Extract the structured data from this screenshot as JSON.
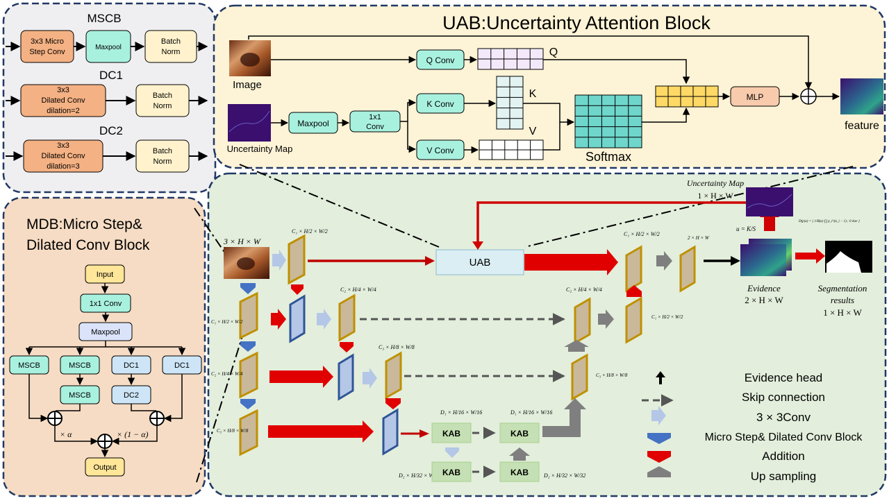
{
  "panels": {
    "mscb_panel": {
      "mscb_title": "MSCB",
      "mscb_conv": [
        "3x3 Micro",
        "Step Conv"
      ],
      "mscb_pool": "Maxpool",
      "mscb_bn": [
        "Batch",
        "Norm"
      ],
      "dc1_title": "DC1",
      "dc1_conv": [
        "3x3",
        "Dilated Conv",
        "dilation=2"
      ],
      "dc1_bn": [
        "Batch",
        "Norm"
      ],
      "dc2_title": "DC2",
      "dc2_conv": [
        "3x3",
        "Dilated Conv",
        "dilation=3"
      ],
      "dc2_bn": [
        "Batch",
        "Norm"
      ]
    },
    "uab": {
      "title": "UAB:Uncertainty Attention Block",
      "image_label": "Image",
      "uncertainty_label": "Uncertainty Map",
      "q_conv": "Q Conv",
      "k_conv": "K Conv",
      "v_conv": "V Conv",
      "maxpool": "Maxpool",
      "conv1x1": [
        "1x1",
        "Conv"
      ],
      "q": "Q",
      "k": "K",
      "v": "V",
      "softmax": "Softmax",
      "mlp": "MLP",
      "feature": "feature"
    },
    "mdb": {
      "title": [
        "MDB:Micro Step&",
        "Dilated Conv Block"
      ],
      "input": "Input",
      "conv1x1": "1x1 Conv",
      "maxpool": "Maxpool",
      "mscb": "MSCB",
      "dc1": "DC1",
      "dc2": "DC2",
      "alpha": "× α",
      "one_minus_alpha": "× (1 − α)",
      "output": "Output"
    },
    "network": {
      "uab": "UAB",
      "kab": "KAB",
      "uncertainty_map": [
        "Uncertainty Map",
        "1 × H × W"
      ],
      "evidence": [
        "Evidence",
        "2 × H × W"
      ],
      "segmentation": [
        "Segmentation",
        "results",
        "1 × H × W"
      ],
      "u_formula": "u = K/S",
      "d_formula": "D(p|α) = { 1/B(α) ∏ p_i^(α_i − 1) ; 0 else }",
      "dims": {
        "input": "3 × H × W",
        "c1h2": "C₁ × H/2 × W/2",
        "c1h2_left": "C₁ × H/2 × W/2",
        "c2h4": "C₂ × H/4 × W/4",
        "c2h4_left": "C₂ × H/4 × W/4",
        "c3h8": "C₃ × H/8 × W/8",
        "c3h8_left": "C₃ × H/8 × W/8",
        "d1": "D₁ × H/16 × W/16",
        "d1_right": "D₁ × H/16 × W/16",
        "d2": "D₂ × H/32 × W/32",
        "d2_right": "D₂ × H/32 × W/32",
        "dec_c1": "C₁ × H/2 × W/2",
        "dec_c1_b": "C₁ × H/2 × W/2",
        "dec_c2": "C₂ × H/4 × W/4",
        "dec_c3": "C₃ × H/8 × W/8",
        "dec_2hw": "2 × H × W"
      }
    },
    "legend": {
      "evidence_head": "Evidence head",
      "skip": "Skip connection",
      "conv3": "3 × 3Conv",
      "mdb": "Micro Step& Dilated Conv Block",
      "addition": "Addition",
      "upsampling": "Up sampling"
    }
  },
  "colors": {
    "panel_gray": "#efeef0",
    "panel_yellow": "#fdf3d6",
    "panel_orange": "#f6dcc4",
    "panel_green": "#e3eedc",
    "box_orange": "#f4b183",
    "box_cream": "#fff2cc",
    "box_teal": "#a9f1df",
    "box_blue": "#cde5f7",
    "box_lavender": "#dae3f9",
    "box_peach": "#fbe5d6",
    "kab_green": "#c5e0b4",
    "uab_cyan": "#daeef3",
    "red": "#e00000",
    "arrow_blue": "#4472c4",
    "arrow_lightblue": "#b4c7e7",
    "arrow_gray": "#7f7f7f",
    "gold": "#bf9000"
  }
}
